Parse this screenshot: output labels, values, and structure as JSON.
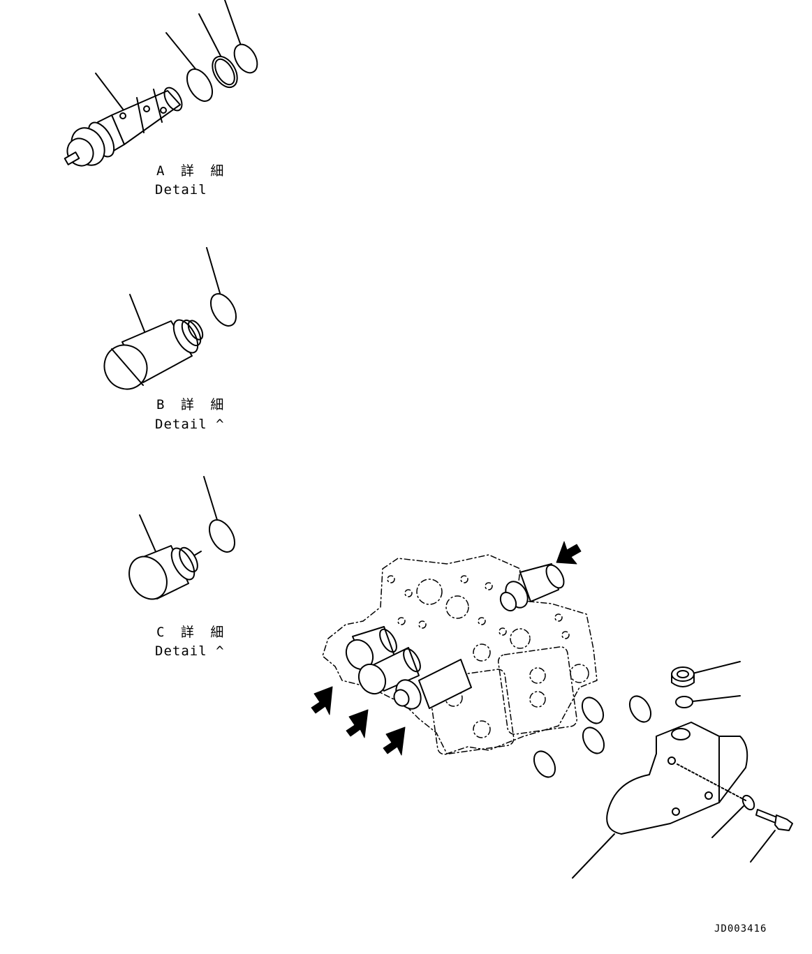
{
  "details": [
    {
      "title": "A 詳 細",
      "subtitle": "Detail "
    },
    {
      "title": "B 詳 細",
      "subtitle": "Detail ^"
    },
    {
      "title": "C 詳 細",
      "subtitle": "Detail ^"
    }
  ],
  "drawing_code": "JD003416"
}
